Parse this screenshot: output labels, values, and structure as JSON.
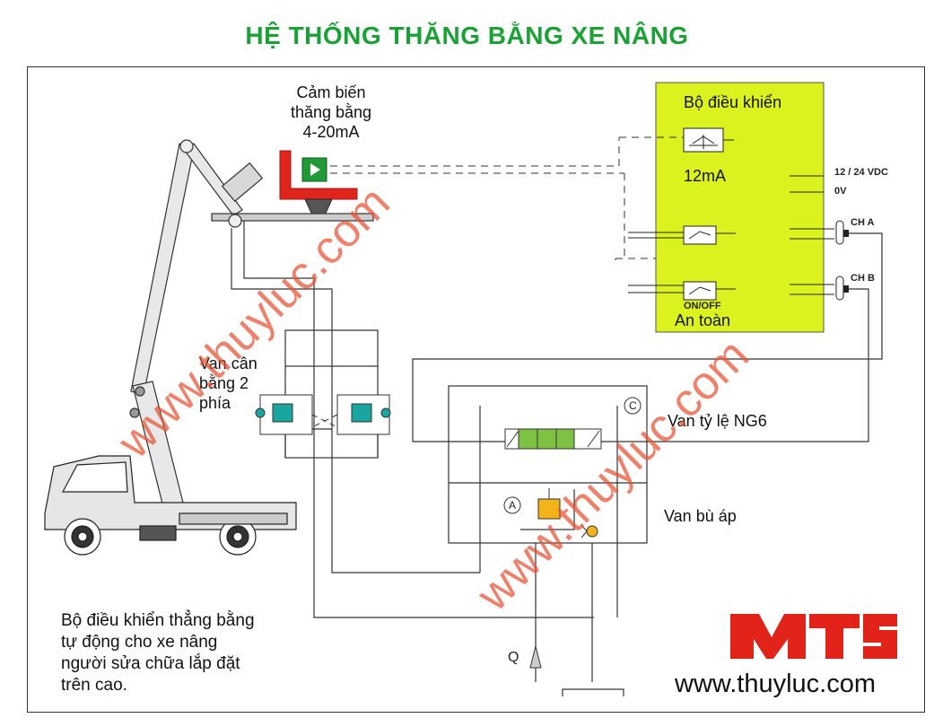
{
  "title": "HỆ THỐNG THĂNG BẰNG XE NÂNG",
  "labels": {
    "sensor_line1": "Cảm biến",
    "sensor_line2": "thăng bằng",
    "sensor_line3": "4-20mA",
    "controller": "Bộ điều khiển",
    "controller_signal": "12mA",
    "power_supply": "12 / 24 VDC",
    "ground": "0V",
    "channel_a": "CH A",
    "channel_b": "CH B",
    "on_off": "ON/OFF",
    "safety": "An toàn",
    "counterbalance_line1": "Van cân",
    "counterbalance_line2": "bằng 2",
    "counterbalance_line3": "phía",
    "proportional_valve": "Van tỷ lệ NG6",
    "compensator_valve": "Van bù áp",
    "port_a": "A",
    "port_c": "C",
    "port_q": "Q"
  },
  "description": {
    "line1": "Bộ điều khiển thẳng bằng",
    "line2": "tự động cho xe nâng",
    "line3": "người sửa chữa lắp đặt",
    "line4": "trên cao."
  },
  "brand": {
    "logo_text": "MTS",
    "website": "www.thuyluc.com"
  },
  "watermark": {
    "text": "www.thuyluc.com"
  },
  "colors": {
    "title_green": "#1aa235",
    "controller_fill": "#dcf21f",
    "sensor_red": "#e0261c",
    "sensor_green": "#1f9a37",
    "valve_teal": "#1aa6a0",
    "logo_red": "#e2231a",
    "watermark": "#e85032"
  }
}
